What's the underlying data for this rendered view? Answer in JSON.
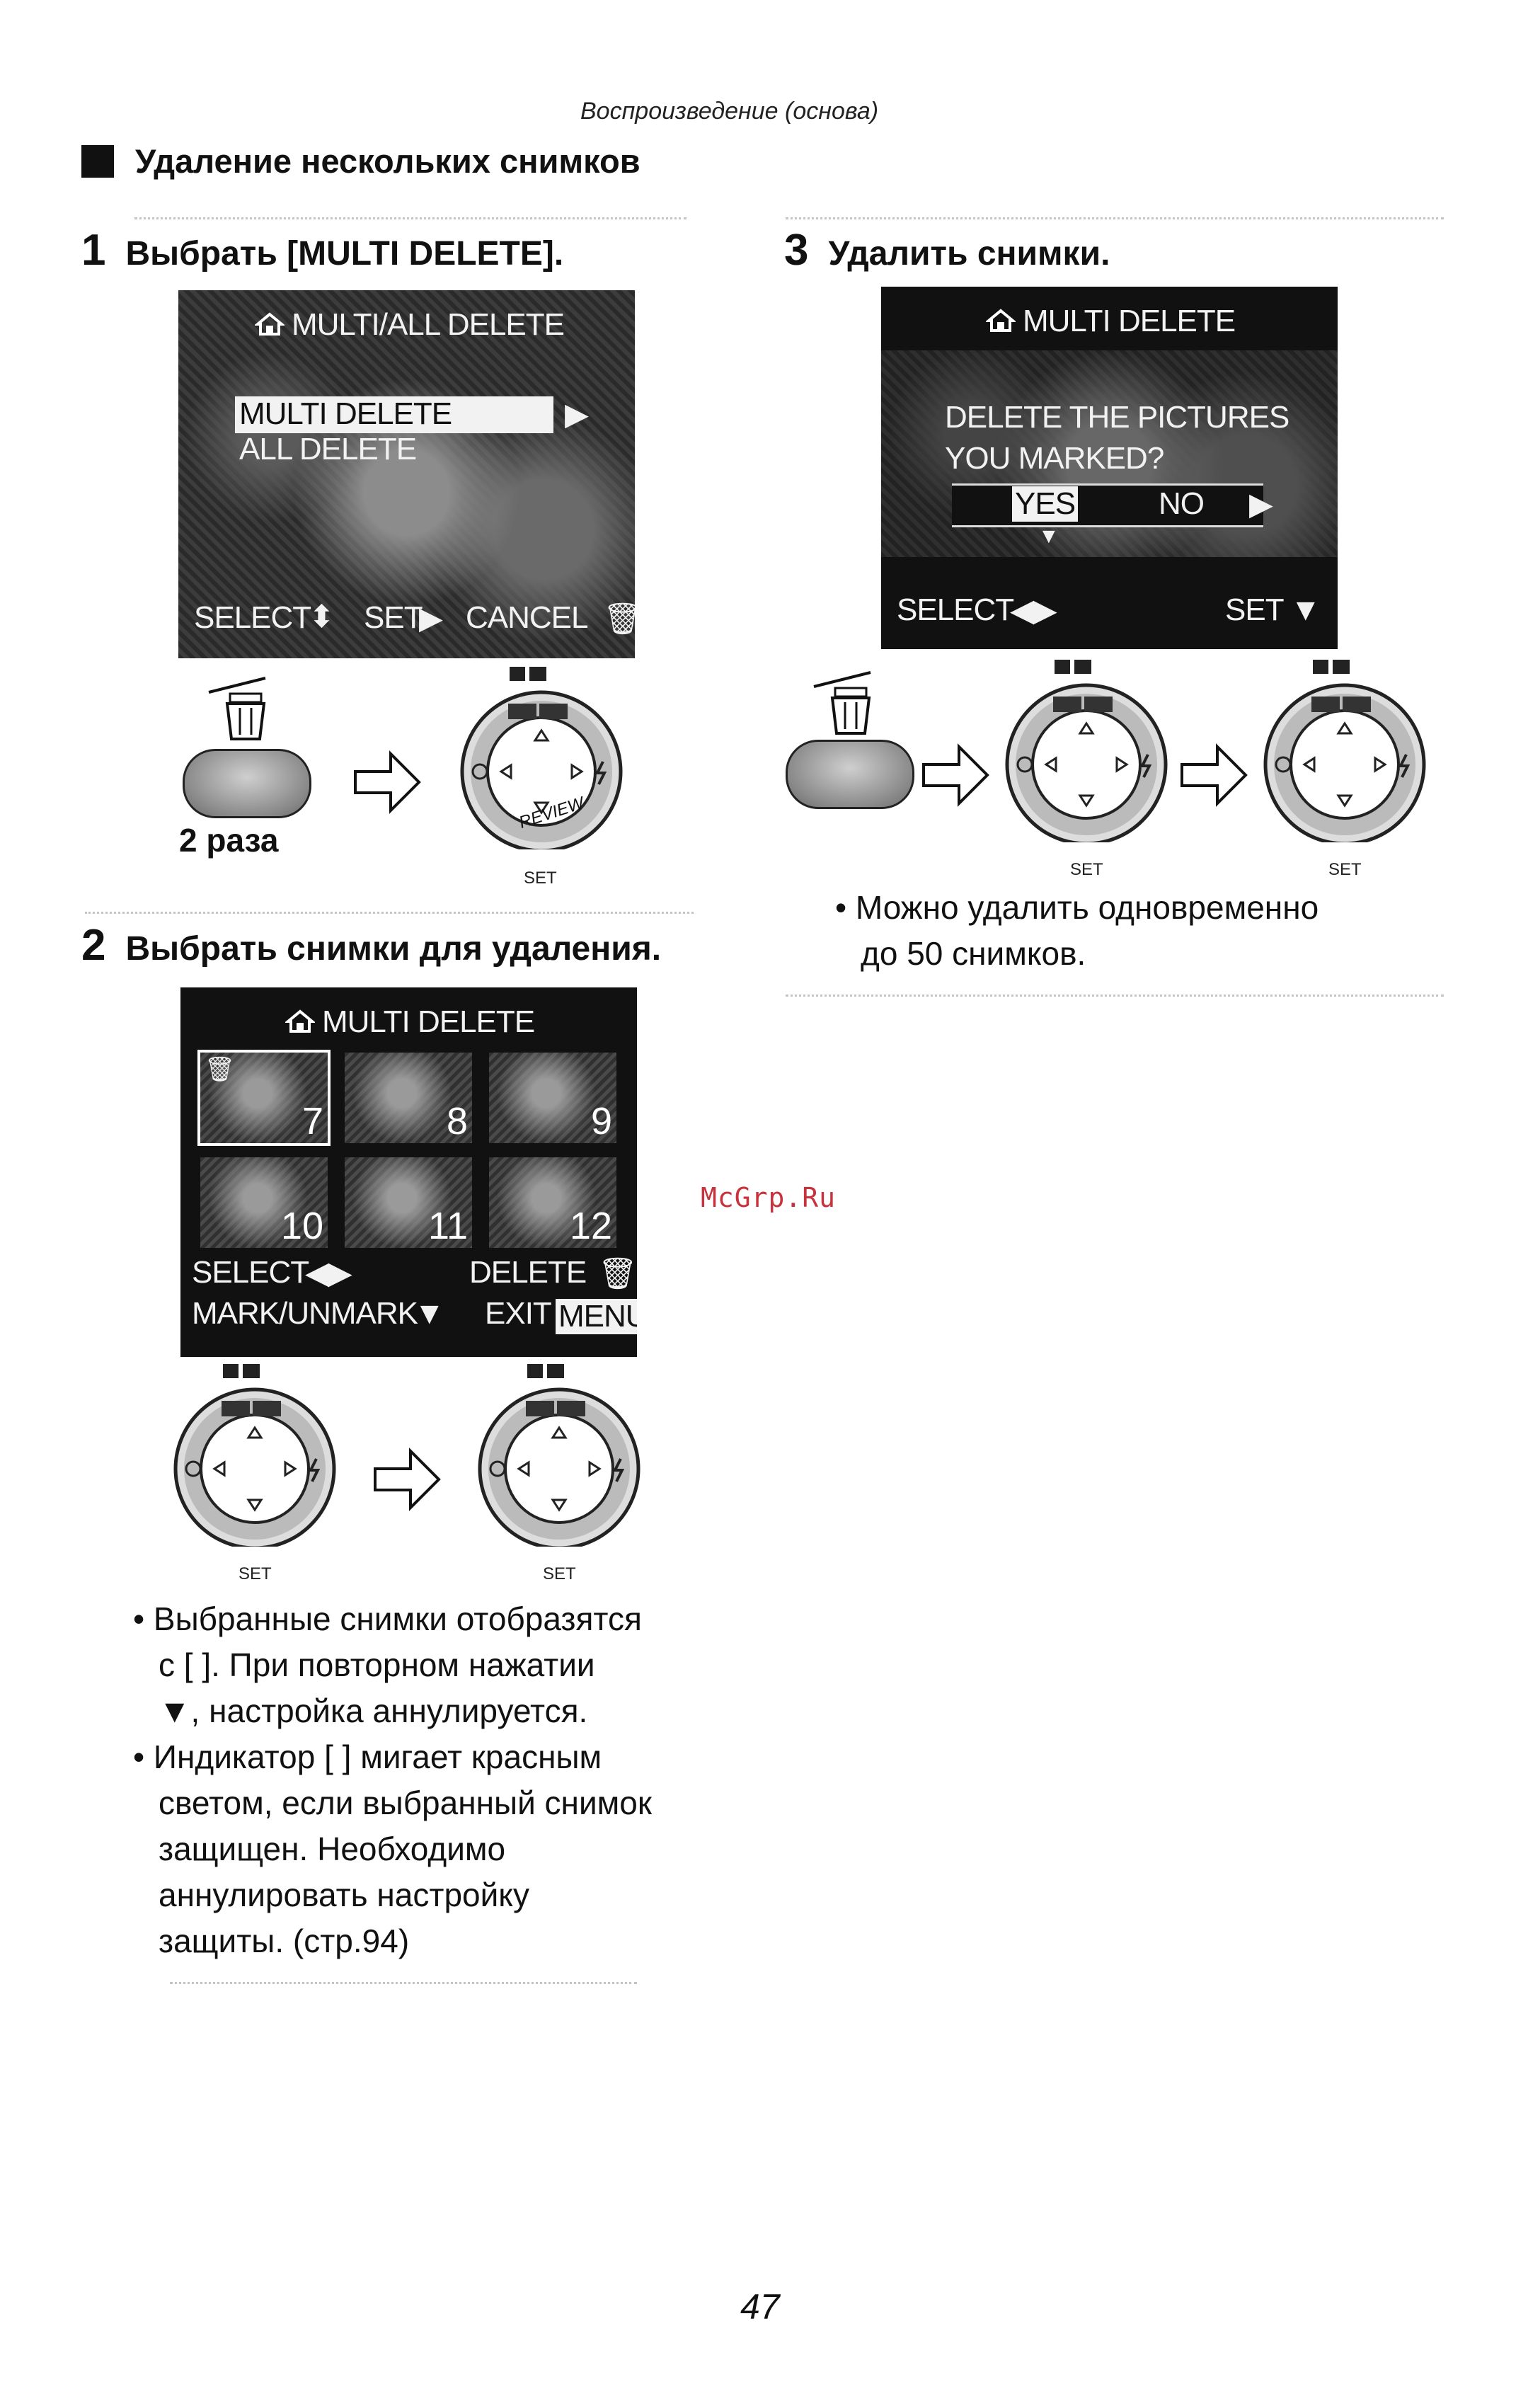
{
  "header": {
    "subtitle": "Воспроизведение (основа)"
  },
  "section": {
    "title": "Удаление нескольких снимков"
  },
  "step1": {
    "num": "1",
    "title": "Выбрать [MULTI DELETE].",
    "screen": {
      "title": "MULTI/ALL DELETE",
      "option_selected": "MULTI DELETE",
      "option_other": "ALL DELETE",
      "select": "SELECT",
      "set": "SET",
      "cancel": "CANCEL"
    },
    "times": "2 раза",
    "dial_set": "SET",
    "dial_review": "REVIEW"
  },
  "step2": {
    "num": "2",
    "title": "Выбрать снимки для удаления.",
    "screen": {
      "title": "MULTI DELETE",
      "thumbs": [
        "7",
        "8",
        "9",
        "10",
        "11",
        "12"
      ],
      "select": "SELECT",
      "delete": "DELETE",
      "markunmark": "MARK/UNMARK",
      "exit": "EXIT",
      "menu": "MENU"
    },
    "dial_set_1": "SET",
    "dial_set_2": "SET",
    "bullets": [
      {
        "lines": [
          "Выбранные снимки отобразятся",
          "с [ ]. При повторном нажатии",
          "▼, настройка аннулируется."
        ]
      },
      {
        "lines": [
          "Индикатор [ ] мигает красным",
          "светом, если выбранный снимок",
          "защищен. Необходимо",
          "аннулировать настройку",
          "защиты. (стр.94)"
        ]
      }
    ]
  },
  "step3": {
    "num": "3",
    "title": "Удалить снимки.",
    "screen": {
      "title": "MULTI DELETE",
      "question_line1": "DELETE THE PICTURES",
      "question_line2": "YOU MARKED?",
      "yes": "YES",
      "no": "NO",
      "select": "SELECT",
      "set": "SET"
    },
    "dial_set_1": "SET",
    "dial_set_2": "SET",
    "bullet": {
      "lines": [
        "Можно удалить одновременно",
        "до 50 снимков."
      ]
    }
  },
  "watermark": "McGrp.Ru",
  "page_number": "47"
}
